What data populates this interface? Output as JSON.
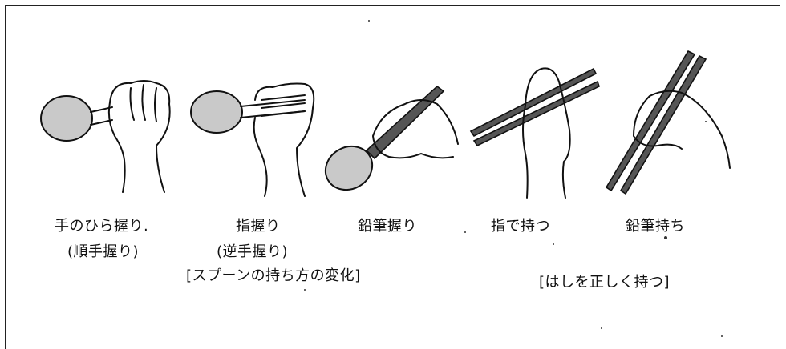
{
  "labels": {
    "palm_grip": "手のひら握り.",
    "palm_grip_sub": "(順手握り)",
    "finger_grip": "指握り",
    "finger_grip_sub": "(逆手握り)",
    "pencil_grip": "鉛筆握り",
    "finger_hold": "指で持つ",
    "pencil_hold": "鉛筆持ち"
  },
  "captions": {
    "spoon": "[スプーンの持ち方の変化]",
    "chopsticks": "[はしを正しく持つ]"
  }
}
